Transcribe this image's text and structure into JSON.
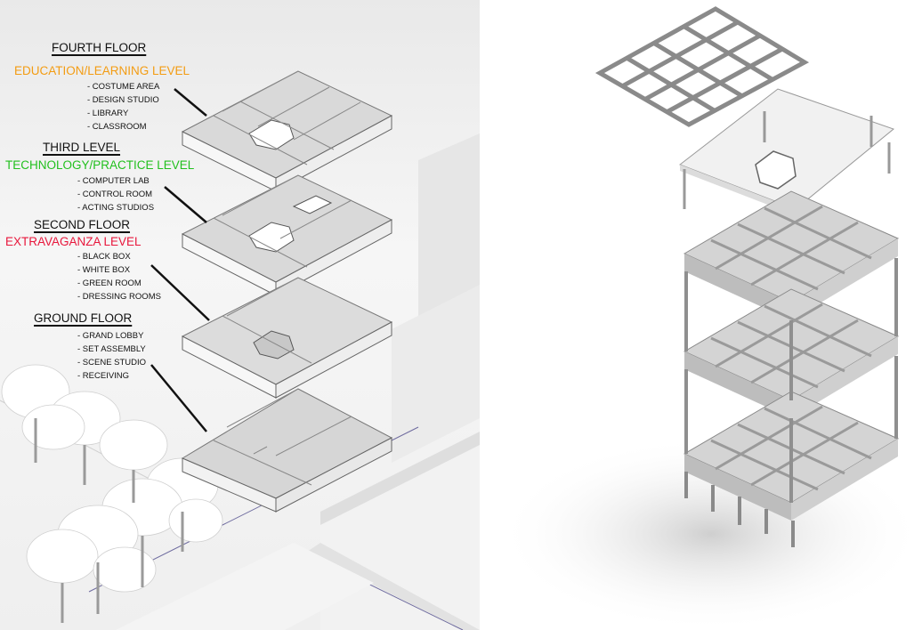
{
  "floors": [
    {
      "heading": "FOURTH FLOOR",
      "level": "EDUCATION/LEARNING LEVEL",
      "color": "#f39c12",
      "rooms": [
        "- COSTUME AREA",
        "- DESIGN STUDIO",
        "- LIBRARY",
        "- CLASSROOM"
      ]
    },
    {
      "heading": "THIRD LEVEL",
      "level": "TECHNOLOGY/PRACTICE LEVEL",
      "color": "#22c01e",
      "rooms": [
        "-  COMPUTER LAB",
        "- CONTROL ROOM",
        "- ACTING STUDIOS"
      ]
    },
    {
      "heading": "SECOND FLOOR",
      "level": "EXTRAVAGANZA LEVEL",
      "color": "#e8173c",
      "rooms": [
        "- BLACK BOX",
        "- WHITE BOX",
        "- GREEN ROOM",
        "- DRESSING ROOMS"
      ]
    },
    {
      "heading": "GROUND FLOOR",
      "level": "",
      "color": "#111111",
      "rooms": [
        "- GRAND LOBBY",
        "- SET ASSEMBLY",
        "- SCENE STUDIO",
        "- RECEIVING"
      ]
    }
  ]
}
